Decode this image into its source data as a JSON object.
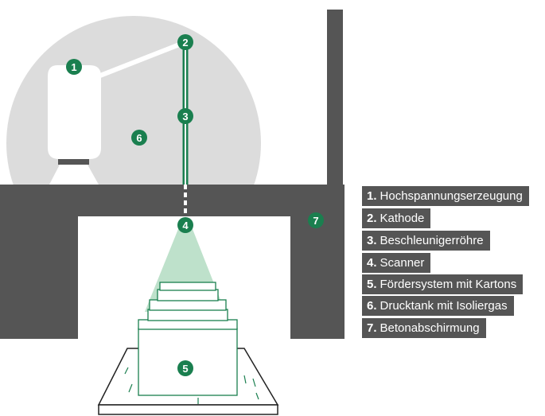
{
  "colors": {
    "wall": "#555555",
    "tank": "#dcdcdc",
    "accent": "#1a7f4f",
    "beam": "#b3dcc2",
    "white": "#ffffff"
  },
  "markers": {
    "m1": "1",
    "m2": "2",
    "m3": "3",
    "m4": "4",
    "m5": "5",
    "m6": "6",
    "m7": "7"
  },
  "legend": [
    {
      "num": "1.",
      "text": "Hochspannungserzeugung"
    },
    {
      "num": "2.",
      "text": "Kathode"
    },
    {
      "num": "3.",
      "text": "Beschleunigerröhre"
    },
    {
      "num": "4.",
      "text": "Scanner"
    },
    {
      "num": "5.",
      "text": "Fördersystem mit Kartons"
    },
    {
      "num": "6.",
      "text": "Drucktank mit Isoliergas"
    },
    {
      "num": "7.",
      "text": "Betonabschirmung"
    }
  ]
}
